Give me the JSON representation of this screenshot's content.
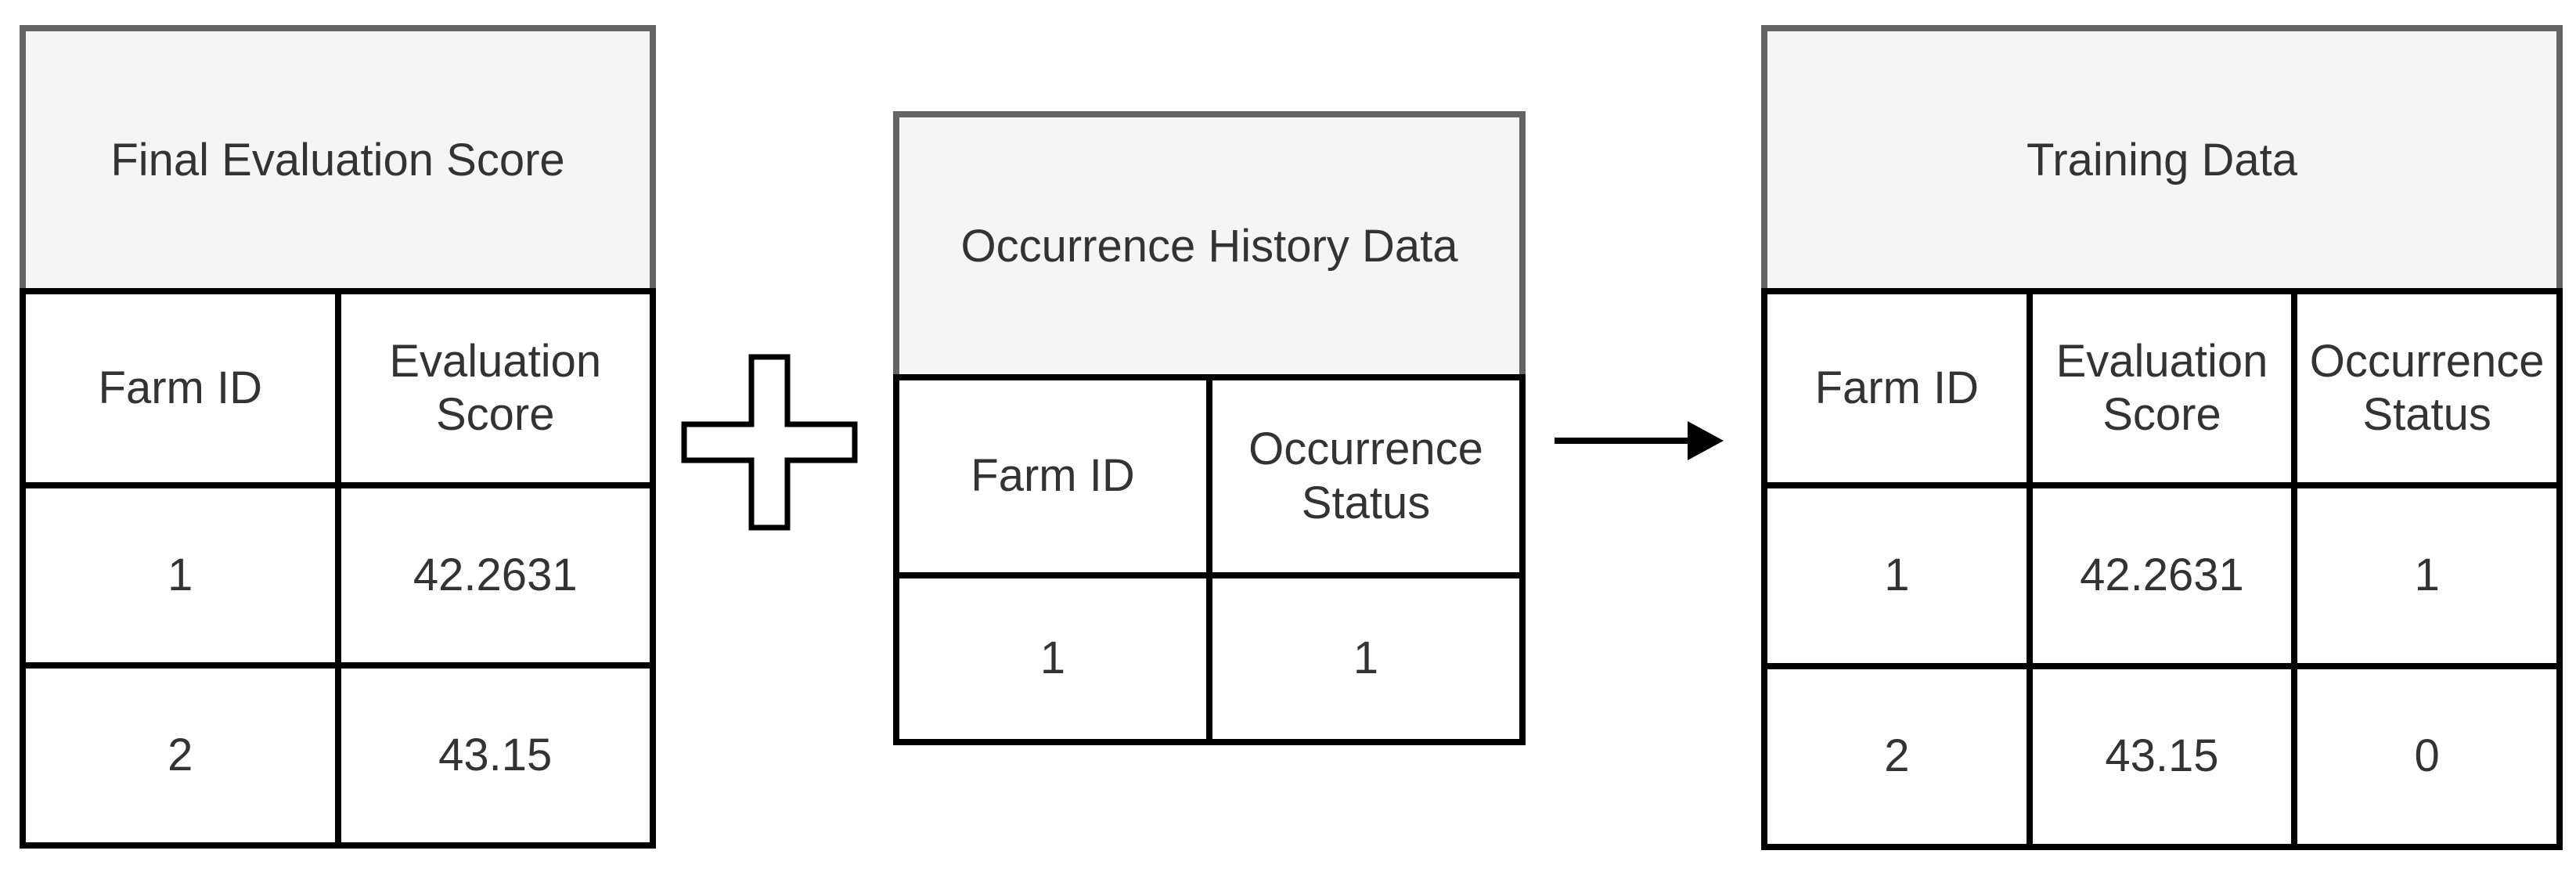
{
  "diagram": {
    "tables": [
      {
        "title": "Final Evaluation Score",
        "columns": [
          "Farm ID",
          "Evaluation\nScore"
        ],
        "rows": [
          [
            "1",
            "42.2631"
          ],
          [
            "2",
            "43.15"
          ]
        ]
      },
      {
        "title": "Occurrence History Data",
        "columns": [
          "Farm ID",
          "Occurrence\nStatus"
        ],
        "rows": [
          [
            "1",
            "1"
          ]
        ]
      },
      {
        "title": "Training Data",
        "columns": [
          "Farm ID",
          "Evaluation\nScore",
          "Occurrence\nStatus"
        ],
        "rows": [
          [
            "1",
            "42.2631",
            "1"
          ],
          [
            "2",
            "43.15",
            "0"
          ]
        ]
      }
    ],
    "operators": {
      "plus": "plus",
      "arrow": "arrow-right"
    },
    "colors": {
      "title_fill": "#f5f5f5",
      "title_border": "#646464",
      "grid_border": "#000000",
      "cell_fill": "#ffffff",
      "text": "#333333"
    }
  }
}
